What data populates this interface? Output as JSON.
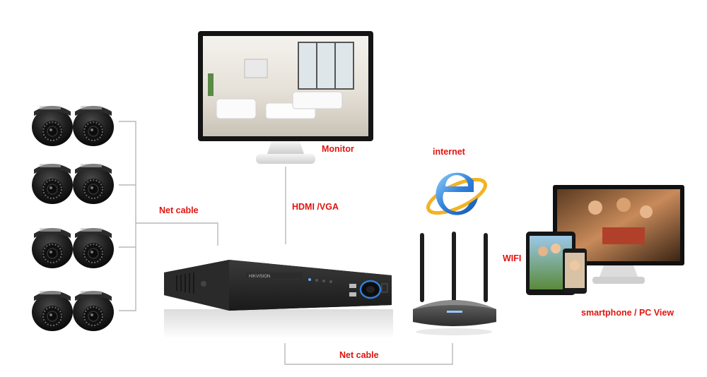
{
  "labels": {
    "monitor": "Monitor",
    "hdmi_vga": "HDMI /VGA",
    "net_cable_left": "Net cable",
    "net_cable_bottom": "Net cable",
    "internet": "internet",
    "wifi": "WIFI",
    "smartphone_pc_view": "smartphone / PC View"
  },
  "colors": {
    "label": "#e0150f",
    "cable": "#b8b8b8",
    "device_body": "#1c1c1c",
    "accent_blue": "#2f7fd8"
  },
  "icons": {
    "camera": "dome-camera-icon",
    "monitor": "monitor-icon",
    "dvr": "dvr-recorder-icon",
    "internet": "internet-e-icon",
    "router": "wifi-router-icon",
    "viewers": "tablet-phone-pc-icon"
  }
}
